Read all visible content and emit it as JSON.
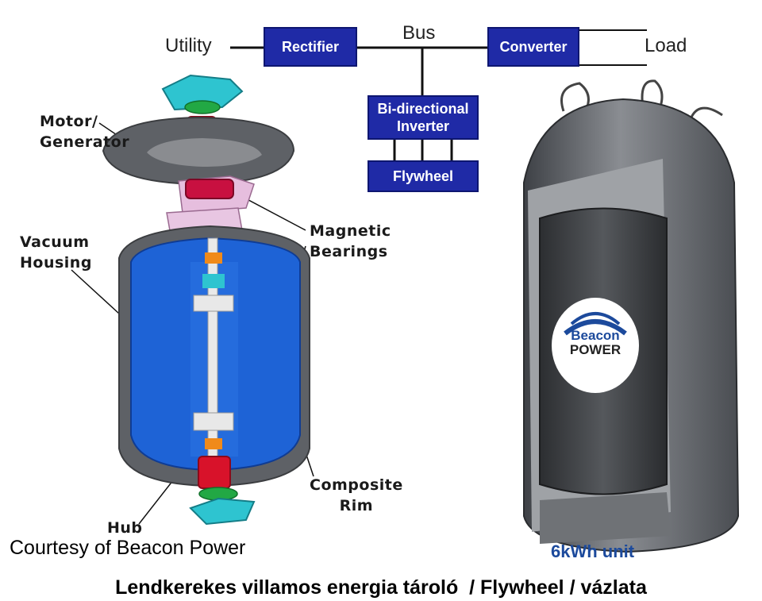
{
  "block_diagram": {
    "utility": "Utility",
    "rectifier": "Rectifier",
    "bus": "Bus",
    "converter": "Converter",
    "load": "Load",
    "inverter_line1": "Bi-directional",
    "inverter_line2": "Inverter",
    "flywheel": "Flywheel"
  },
  "cutaway_labels": {
    "motor_generator_line1": "Motor/",
    "motor_generator_line2": "Generator",
    "vacuum_housing_line1": "Vacuum",
    "vacuum_housing_line2": "Housing",
    "magnetic_bearings_line1": "Magnetic",
    "magnetic_bearings_line2": "Bearings",
    "composite_rim_line1": "Composite",
    "composite_rim_line2": "Rim",
    "hub": "Hub"
  },
  "credit": "Courtesy of Beacon Power",
  "unit": {
    "logo_line1": "Beacon",
    "logo_line2": "POWER",
    "caption": "6kWh unit"
  },
  "caption": "Lendkerekes villamos energia tároló  / Flywheel / vázlata",
  "colors": {
    "block_fill": "#1f2aa6",
    "housing_blue": "#1e63d6",
    "shell_gray": "#5e6166",
    "accent_red": "#d8122a",
    "accent_cyan": "#2ec4d0",
    "logo_blue": "#1c4a9c"
  }
}
